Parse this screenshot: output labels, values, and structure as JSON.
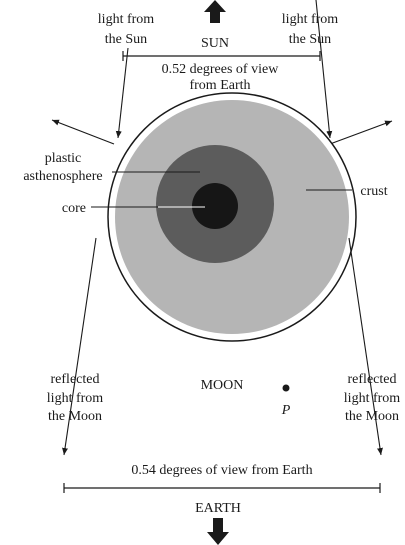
{
  "labels": {
    "light_left_1": "light from",
    "light_left_2": "the Sun",
    "light_right_1": "light from",
    "light_right_2": "the Sun",
    "sun": "SUN",
    "top_angle_1": "0.52 degrees of view",
    "top_angle_2": "from Earth",
    "plastic_1": "plastic",
    "plastic_2": "asthenosphere",
    "core": "core",
    "crust": "crust",
    "reflected_left_1": "reflected",
    "reflected_left_2": "light from",
    "reflected_left_3": "the Moon",
    "reflected_right_1": "reflected",
    "reflected_right_2": "light from",
    "reflected_right_3": "the Moon",
    "moon": "MOON",
    "point": "P",
    "bottom_angle": "0.54 degrees of view from Earth",
    "earth": "EARTH"
  },
  "colors": {
    "crust": "#b5b5b5",
    "asthenosphere": "#5c5c5c",
    "core": "#161616",
    "outline": "#1a1a1a"
  }
}
